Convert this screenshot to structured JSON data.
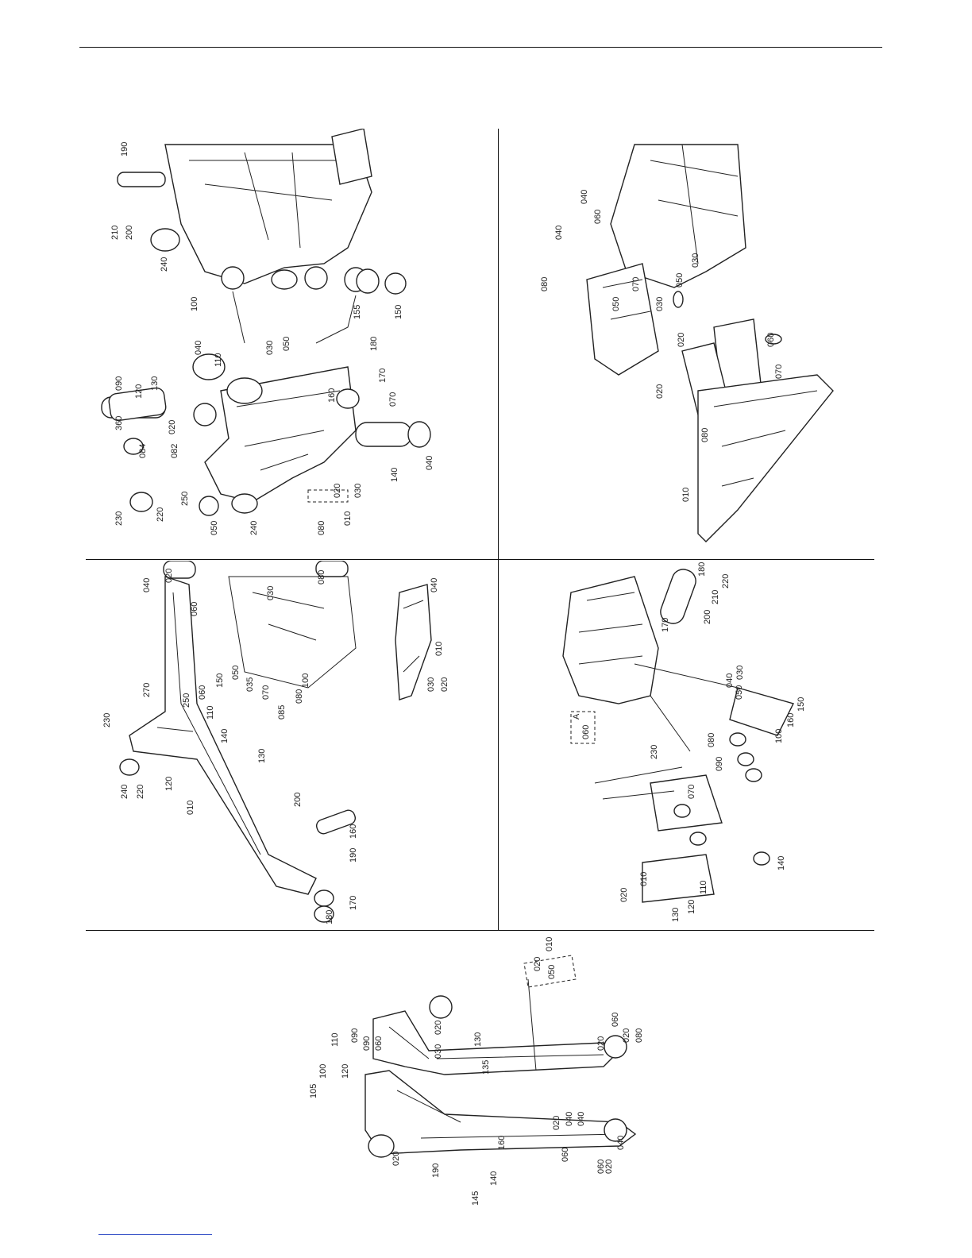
{
  "panels": {
    "p1": {
      "labels": [
        "190",
        "210",
        "200",
        "240",
        "100",
        "155",
        "150",
        "090",
        "130",
        "120",
        "020",
        "040",
        "110",
        "030",
        "050",
        "180",
        "170",
        "160",
        "070",
        "140",
        "040",
        "360",
        "084",
        "082",
        "230",
        "220",
        "250",
        "020",
        "030",
        "010",
        "050",
        "240",
        "080"
      ]
    },
    "p2": {
      "labels": [
        "040",
        "060",
        "040",
        "080",
        "050",
        "070",
        "030",
        "050",
        "030",
        "020",
        "060",
        "070",
        "020",
        "080",
        "010"
      ]
    },
    "p3": {
      "labels": [
        "020",
        "040",
        "060",
        "030",
        "080",
        "100",
        "150",
        "050",
        "035",
        "070",
        "085",
        "080",
        "060",
        "110",
        "140",
        "130",
        "250",
        "270",
        "230",
        "240",
        "220",
        "120",
        "010",
        "200",
        "160",
        "190",
        "170",
        "180",
        "040",
        "010",
        "030",
        "020"
      ]
    },
    "p4": {
      "labels": [
        "180",
        "220",
        "210",
        "200",
        "170",
        "030",
        "040",
        "050",
        "160",
        "150",
        "100",
        "A",
        "060",
        "080",
        "090",
        "230",
        "070",
        "010",
        "020",
        "110",
        "130",
        "120",
        "140"
      ]
    },
    "p5": {
      "labels": [
        "010",
        "020",
        "050",
        "110",
        "100",
        "105",
        "120",
        "090",
        "090",
        "060",
        "030",
        "020",
        "130",
        "135",
        "020",
        "060",
        "020",
        "080",
        "160",
        "040",
        "020",
        "060",
        "040",
        "020",
        "040",
        "060",
        "190",
        "140",
        "145",
        "020"
      ]
    }
  }
}
